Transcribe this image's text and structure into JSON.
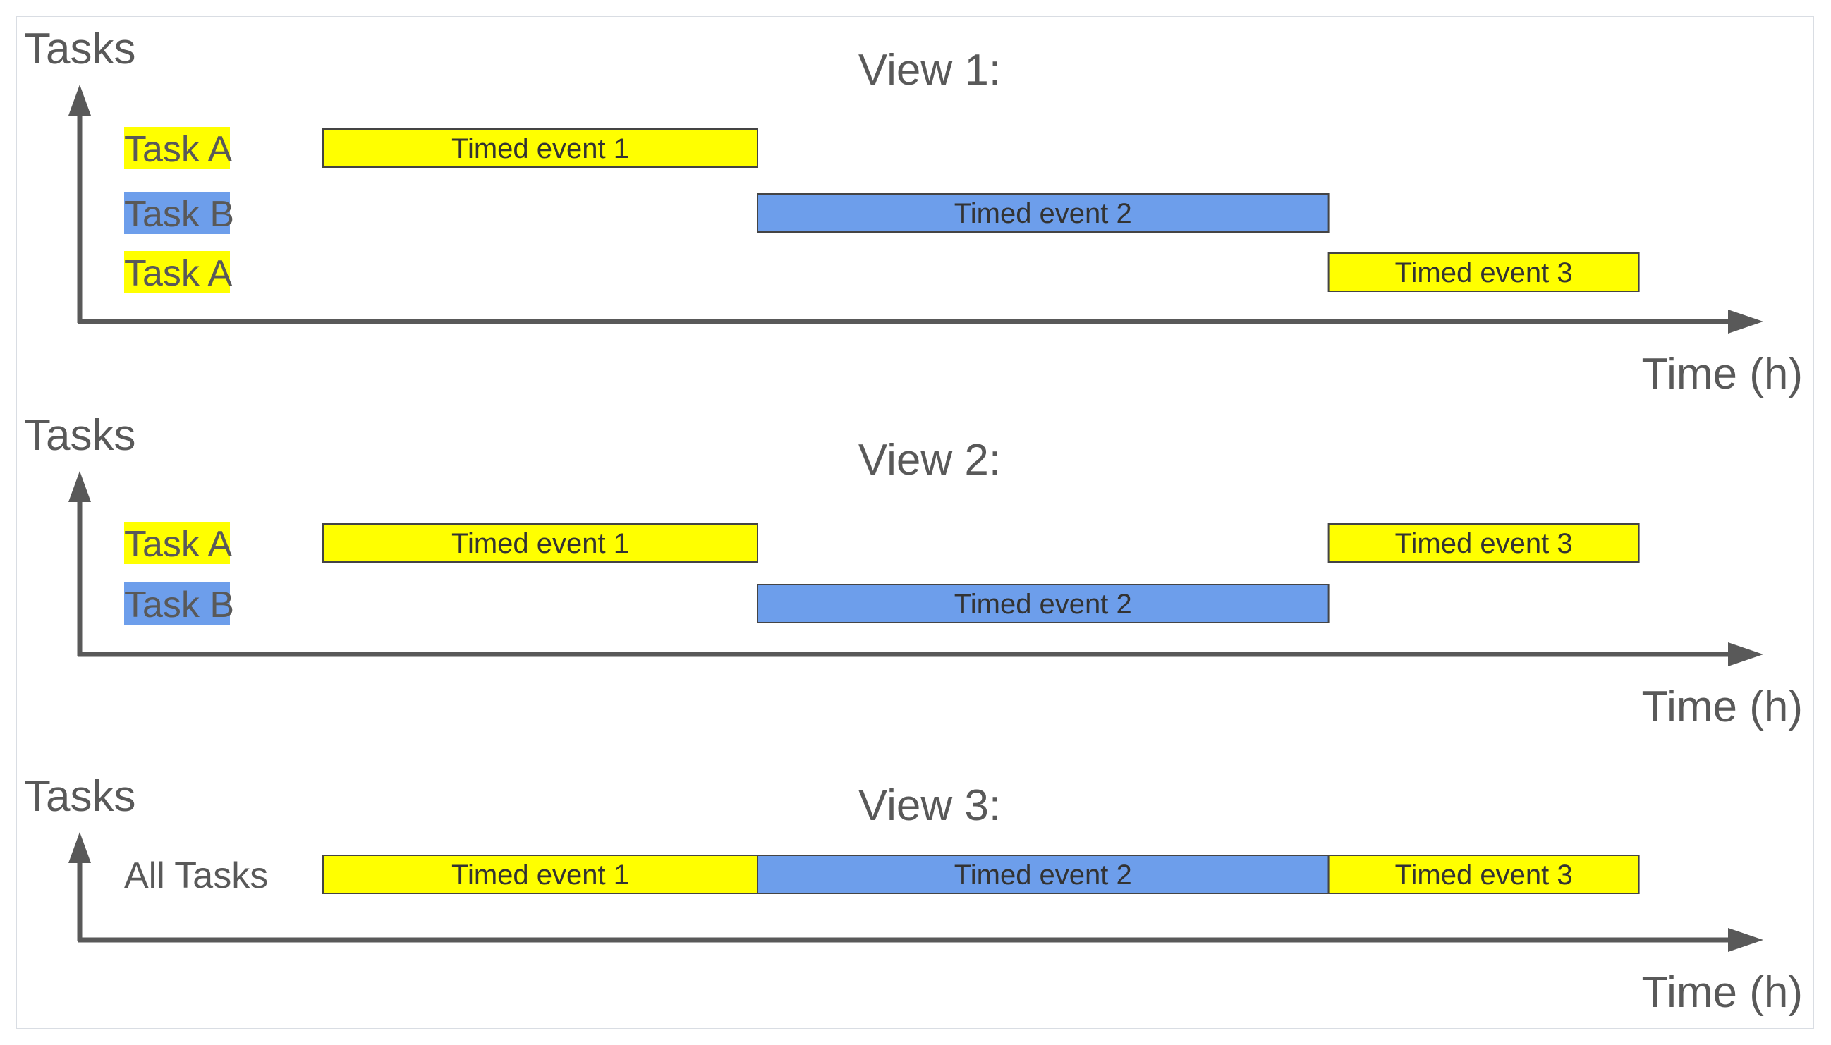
{
  "colors": {
    "axis": "#595959",
    "text": "#595959",
    "bar_text": "#333333",
    "task_a": "#ffff00",
    "task_b": "#6d9eeb",
    "bar_border": "#444444"
  },
  "views": [
    {
      "title": "View 1:",
      "y_label": "Tasks",
      "x_label": "Time (h)",
      "rows": [
        {
          "label": "Task A",
          "highlight": "task_a",
          "events": [
            {
              "label": "Timed event 1",
              "start": 0,
              "end": 1.4,
              "color": "task_a"
            }
          ]
        },
        {
          "label": "Task B",
          "highlight": "task_b",
          "events": [
            {
              "label": "Timed event 2",
              "start": 1.4,
              "end": 3.24,
              "color": "task_b"
            }
          ]
        },
        {
          "label": "Task A",
          "highlight": "task_a",
          "events": [
            {
              "label": "Timed event 3",
              "start": 3.24,
              "end": 4.24,
              "color": "task_a"
            }
          ]
        }
      ]
    },
    {
      "title": "View 2:",
      "y_label": "Tasks",
      "x_label": "Time (h)",
      "rows": [
        {
          "label": "Task A",
          "highlight": "task_a",
          "events": [
            {
              "label": "Timed event 1",
              "start": 0,
              "end": 1.4,
              "color": "task_a"
            },
            {
              "label": "Timed event 3",
              "start": 3.24,
              "end": 4.24,
              "color": "task_a"
            }
          ]
        },
        {
          "label": "Task B",
          "highlight": "task_b",
          "events": [
            {
              "label": "Timed event 2",
              "start": 1.4,
              "end": 3.24,
              "color": "task_b"
            }
          ]
        }
      ]
    },
    {
      "title": "View 3:",
      "y_label": "Tasks",
      "x_label": "Time (h)",
      "rows": [
        {
          "label": "All Tasks",
          "highlight": "",
          "events": [
            {
              "label": "Timed event 1",
              "start": 0,
              "end": 1.4,
              "color": "task_a"
            },
            {
              "label": "Timed event 2",
              "start": 1.4,
              "end": 3.24,
              "color": "task_b"
            },
            {
              "label": "Timed event 3",
              "start": 3.24,
              "end": 4.24,
              "color": "task_a"
            }
          ]
        }
      ]
    }
  ]
}
